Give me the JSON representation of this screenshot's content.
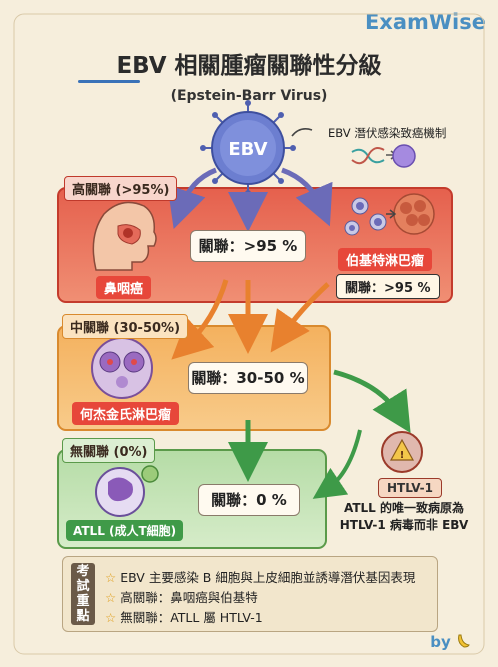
{
  "brand": "ExamWise",
  "title": "EBV 相關腫瘤關聯性分級",
  "subtitle": "(Epstein-Barr Virus)",
  "virus_label": "EBV",
  "mechanism_label": "EBV 潛伏感染致癌機制",
  "levels": {
    "high": {
      "tag": "高關聯 (>95%)",
      "value": "關聯：>95 %",
      "left_disease": "鼻咽癌",
      "right_disease": "伯基特淋巴瘤",
      "right_value": "關聯：>95 %"
    },
    "mid": {
      "tag": "中關聯 (30-50%)",
      "value": "關聯：30-50 %",
      "disease": "何杰金氏淋巴瘤"
    },
    "none": {
      "tag": "無關聯 (0%)",
      "value": "關聯：0 %",
      "disease": "ATLL (成人T細胞)"
    }
  },
  "htlv": {
    "label": "HTLV-1",
    "note_line1": "ATLL 的唯一致病原為",
    "note_line2": "HTLV-1 病毒而非 EBV"
  },
  "key_points": {
    "title": "考試重點",
    "items": [
      "EBV 主要感染 B 細胞與上皮細胞並誘導潛伏基因表現",
      "高關聯：鼻咽癌與伯基特",
      "無關聯：ATLL 屬 HTLV-1"
    ]
  },
  "footer_by": "by",
  "colors": {
    "high_band": "#e36a55",
    "mid_band": "#f3b061",
    "none_band": "#bfe0b4",
    "accent_blue": "#4a8fc2"
  }
}
